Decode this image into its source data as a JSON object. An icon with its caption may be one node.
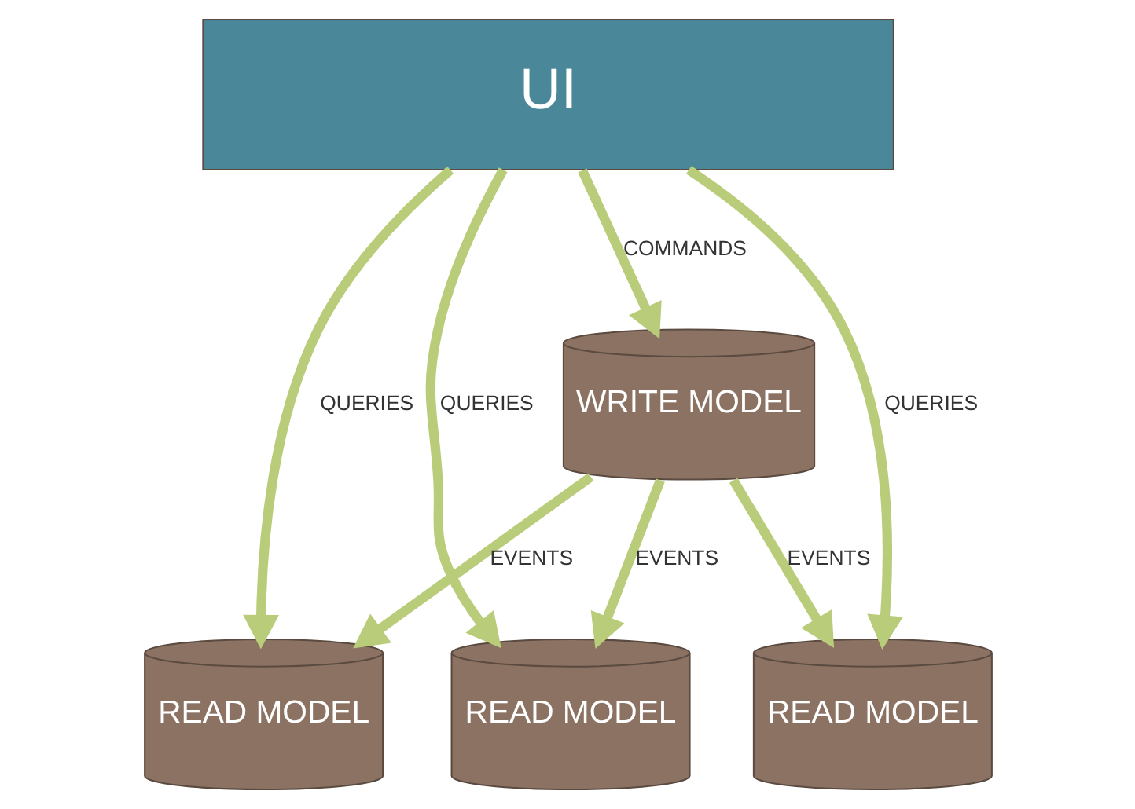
{
  "diagram": {
    "nodes": [
      {
        "text": [
          "UI"
        ]
      },
      {
        "text": [
          "WRITE MODEL"
        ]
      },
      {
        "text": [
          "READ MODEL"
        ]
      },
      {
        "text": [
          "READ MODEL"
        ]
      },
      {
        "text": [
          "READ MODEL"
        ]
      }
    ],
    "edges": [
      {
        "from": 0,
        "to": 1,
        "arrow": "to",
        "label": "COMMANDS"
      },
      {
        "from": 0,
        "to": 2,
        "arrow": "to",
        "label": "QUERIES"
      },
      {
        "from": 0,
        "to": 3,
        "arrow": "to",
        "label": "QUERIES"
      },
      {
        "from": 0,
        "to": 4,
        "arrow": "to",
        "label": "QUERIES"
      },
      {
        "from": 1,
        "to": 2,
        "arrow": "to",
        "label": "EVENTS"
      },
      {
        "from": 1,
        "to": 3,
        "arrow": "to",
        "label": "EVENTS"
      },
      {
        "from": 1,
        "to": 4,
        "arrow": "to",
        "label": "EVENTS"
      }
    ]
  }
}
